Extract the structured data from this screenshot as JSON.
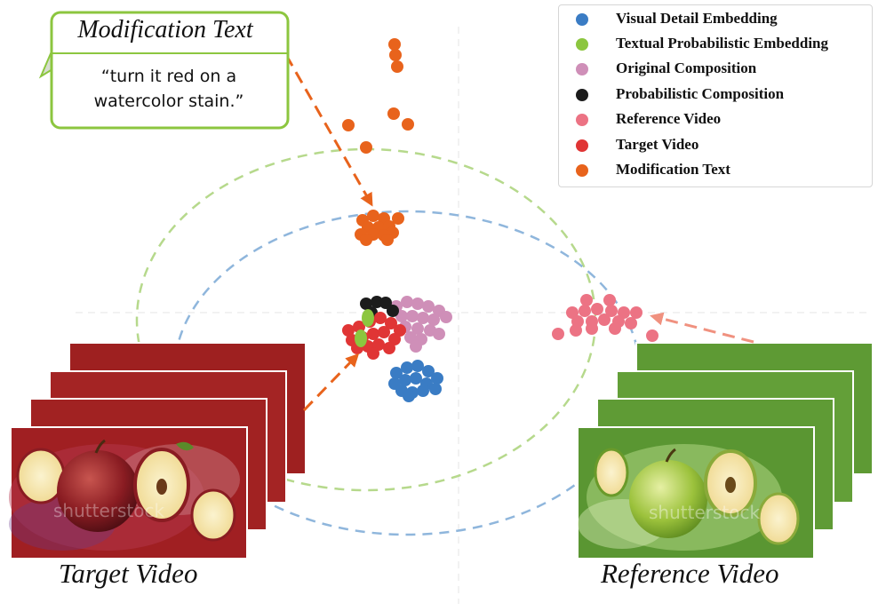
{
  "callout": {
    "title": "Modification Text",
    "text_line1": "“turn it red on a",
    "text_line2": "watercolor stain.”"
  },
  "legend": {
    "items": [
      {
        "label": "Visual Detail Embedding",
        "color": "#3a7cc4"
      },
      {
        "label": "Textual Probabilistic Embedding",
        "color": "#8cc63f"
      },
      {
        "label": "Original Composition",
        "color": "#cf8fb8"
      },
      {
        "label": "Probabilistic Composition",
        "color": "#1c1c1c"
      },
      {
        "label": "Reference Video",
        "color": "#ec7384"
      },
      {
        "label": "Target Video",
        "color": "#e03535"
      },
      {
        "label": "Modification Text",
        "color": "#e8631c"
      }
    ]
  },
  "panels": {
    "target": {
      "caption": "Target Video",
      "frame_color": "#9e2020",
      "watermark": "shutterstock"
    },
    "reference": {
      "caption": "Reference Video",
      "frame_color": "#5e9a34",
      "watermark": "shutterstock"
    }
  },
  "colors": {
    "ellipse_green": "#b6d98c",
    "ellipse_blue": "#8fb6dc",
    "arrow_orange": "#e8631c",
    "arrow_pink": "#f0917f",
    "callout_border": "#8cc63f"
  }
}
